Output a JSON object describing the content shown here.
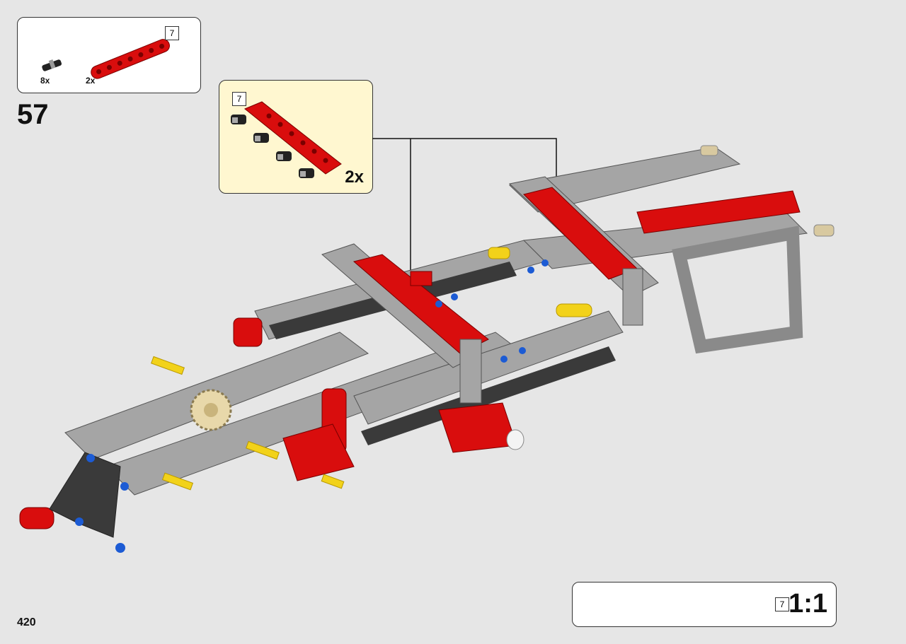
{
  "parts_list": {
    "items": [
      {
        "icon": "connector-pin-icon",
        "quantity": "8x"
      },
      {
        "icon": "red-beam-7-icon",
        "quantity": "2x",
        "length_tag": "7"
      }
    ]
  },
  "step": {
    "number": "57"
  },
  "subassembly": {
    "length_tag": "7",
    "multiplier": "2x"
  },
  "scale_ref": {
    "length_tag": "7",
    "label": "1:1"
  },
  "page": {
    "number": "420"
  },
  "colors": {
    "background": "#e6e6e6",
    "beam_red": "#d90d0d",
    "beam_gray": "#a5a5a5",
    "beam_dark": "#3a3a3a",
    "callout_bg": "#fff7d0",
    "axle_yellow": "#f2d21a",
    "pin_blue": "#1c5bd4"
  }
}
